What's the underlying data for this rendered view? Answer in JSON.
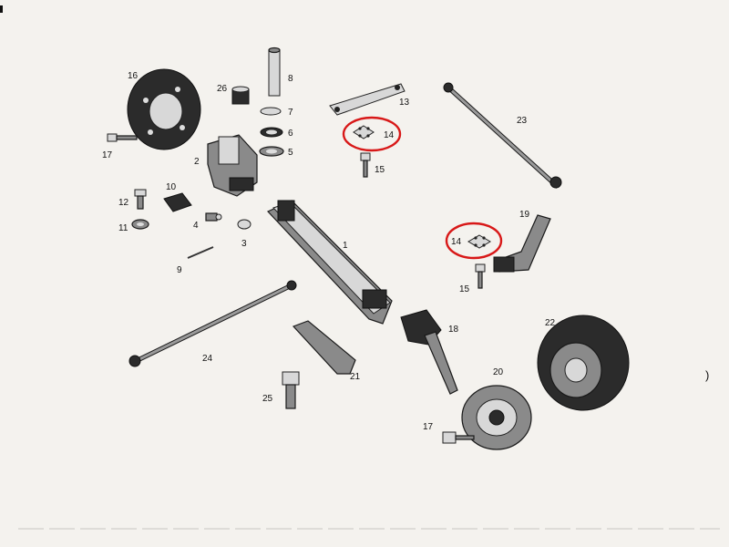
{
  "labels": {
    "p1": "1",
    "p2": "2",
    "p3": "3",
    "p4": "4",
    "p5": "5",
    "p6": "6",
    "p7": "7",
    "p8": "8",
    "p9": "9",
    "p10": "10",
    "p11": "11",
    "p12": "12",
    "p13": "13",
    "p14a": "14",
    "p14b": "14",
    "p15a": "15",
    "p15b": "15",
    "p16": "16",
    "p17a": "17",
    "p17b": "17",
    "p18": "18",
    "p19": "19",
    "p20": "20",
    "p21": "21",
    "p22": "22",
    "p23": "23",
    "p24": "24",
    "p25": "25",
    "p26": "26"
  },
  "margin_mark": ")",
  "highlight_color": "#d81818"
}
